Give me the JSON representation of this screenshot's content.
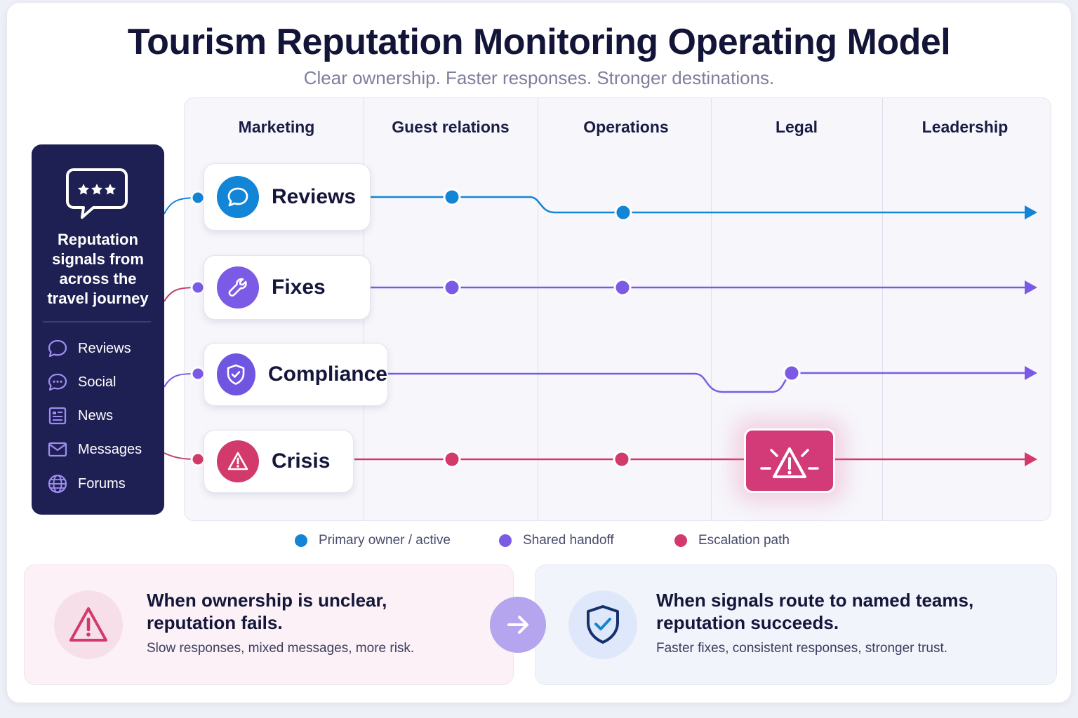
{
  "title": "Tourism Reputation Monitoring Operating Model",
  "subtitle": "Clear ownership. Faster responses. Stronger destinations.",
  "columns": [
    "Marketing",
    "Guest relations",
    "Operations",
    "Legal",
    "Leadership"
  ],
  "sidebar": {
    "icon": "rating-chat-icon",
    "heading_lines": [
      "Reputation",
      "signals from",
      "across the",
      "travel journey"
    ],
    "items": [
      {
        "label": "Reviews",
        "icon": "chat-bubble-icon"
      },
      {
        "label": "Social",
        "icon": "comment-dots-icon"
      },
      {
        "label": "News",
        "icon": "newspaper-icon"
      },
      {
        "label": "Messages",
        "icon": "envelope-icon"
      },
      {
        "label": "Forums",
        "icon": "globe-icon"
      }
    ]
  },
  "streams": [
    {
      "label": "Reviews",
      "icon": "chat-bubble-icon",
      "color": "#1385d6",
      "checkpoints": [
        "Guest relations",
        "Operations"
      ],
      "ends_at": "Leadership"
    },
    {
      "label": "Fixes",
      "icon": "wrench-icon",
      "color": "#7b5be6",
      "checkpoints": [
        "Guest relations",
        "Operations"
      ],
      "ends_at": "Leadership"
    },
    {
      "label": "Compliance",
      "icon": "shield-check-icon",
      "color": "#7b5be6",
      "checkpoints": [
        "Legal"
      ],
      "ends_at": "Leadership"
    },
    {
      "label": "Crisis",
      "icon": "warning-icon",
      "color": "#d23a6c",
      "checkpoints": [
        "Guest relations",
        "Operations"
      ],
      "escalation_at": "Legal",
      "ends_at": "Leadership"
    }
  ],
  "legend": [
    {
      "label": "Primary owner / active",
      "color": "#1385d6"
    },
    {
      "label": "Shared handoff",
      "color": "#7b5be6"
    },
    {
      "label": "Escalation path",
      "color": "#d23a6c"
    }
  ],
  "outcomes": {
    "fail": {
      "heading_line1": "When ownership is unclear,",
      "heading_line2": "reputation fails.",
      "detail": "Slow responses, mixed messages, more risk.",
      "icon": "warning-icon"
    },
    "transition_icon": "arrow-right-icon",
    "success": {
      "heading_line1": "When signals route to named teams,",
      "heading_line2": "reputation succeeds.",
      "detail": "Faster fixes, consistent responses, stronger trust.",
      "icon": "shield-check-icon"
    }
  }
}
